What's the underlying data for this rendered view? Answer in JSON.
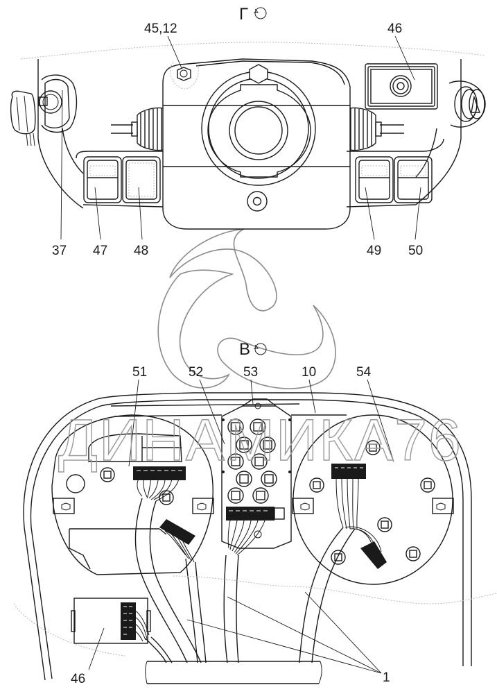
{
  "diagram": {
    "watermark": "ДИНАМИКА76",
    "views": [
      {
        "id": "view-g",
        "label": "Г",
        "rotation_symbol": "↻"
      },
      {
        "id": "view-v",
        "label": "В",
        "rotation_symbol": "↻"
      }
    ],
    "top_view_callouts": [
      {
        "id": "c-45-12",
        "text": "45,12",
        "part": "hex-bolt"
      },
      {
        "id": "c-46-top",
        "text": "46",
        "part": "switch-panel"
      },
      {
        "id": "c-37",
        "text": "37",
        "part": "ignition-switch"
      },
      {
        "id": "c-47",
        "text": "47",
        "part": "rocker-switch"
      },
      {
        "id": "c-48",
        "text": "48",
        "part": "rocker-switch"
      },
      {
        "id": "c-49",
        "text": "49",
        "part": "rocker-switch"
      },
      {
        "id": "c-50",
        "text": "50",
        "part": "rocker-switch"
      }
    ],
    "bottom_view_callouts": [
      {
        "id": "c-51",
        "text": "51",
        "part": "left-gauge"
      },
      {
        "id": "c-52",
        "text": "52",
        "part": "indicator-block"
      },
      {
        "id": "c-53",
        "text": "53",
        "part": "indicator-block-mount"
      },
      {
        "id": "c-10",
        "text": "10",
        "part": "instrument-panel-housing"
      },
      {
        "id": "c-54",
        "text": "54",
        "part": "right-gauge"
      },
      {
        "id": "c-46-bottom",
        "text": "46",
        "part": "relay-module"
      },
      {
        "id": "c-1",
        "text": "1",
        "part": "wiring-harness"
      }
    ],
    "colors": {
      "line": "#1a1a1a",
      "logo": "#8a8a8a",
      "watermark": "#9a9a9a",
      "background": "#ffffff"
    }
  }
}
